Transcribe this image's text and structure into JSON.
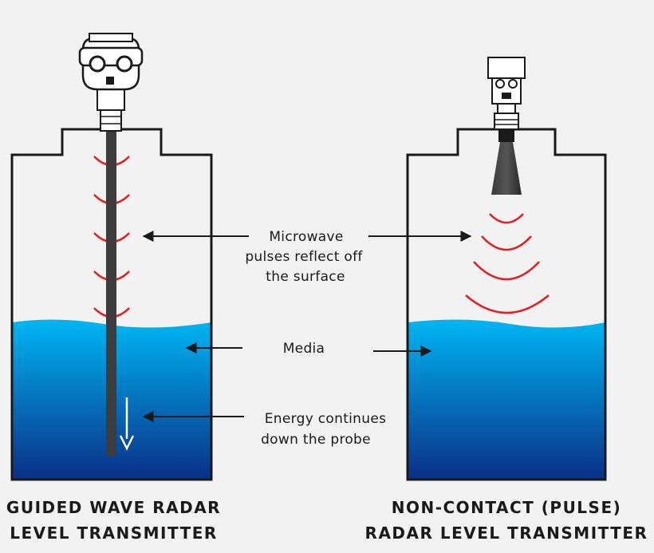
{
  "labels": {
    "microwave_1": "Microwave",
    "microwave_2": "pulses reflect off",
    "microwave_3": "the surface",
    "media": "Media",
    "energy_1": "Energy continues",
    "energy_2": "down the probe"
  },
  "captions": {
    "left_1": "GUIDED WAVE RADAR",
    "left_2": "LEVEL TRANSMITTER",
    "right_1": "NON-CONTACT (PULSE)",
    "right_2": "RADAR LEVEL TRANSMITTER"
  },
  "colors": {
    "water_top": "#00b6f3",
    "water_bottom": "#0a2f86",
    "pulse": "#e31e24",
    "outline": "#1a1a1a"
  }
}
